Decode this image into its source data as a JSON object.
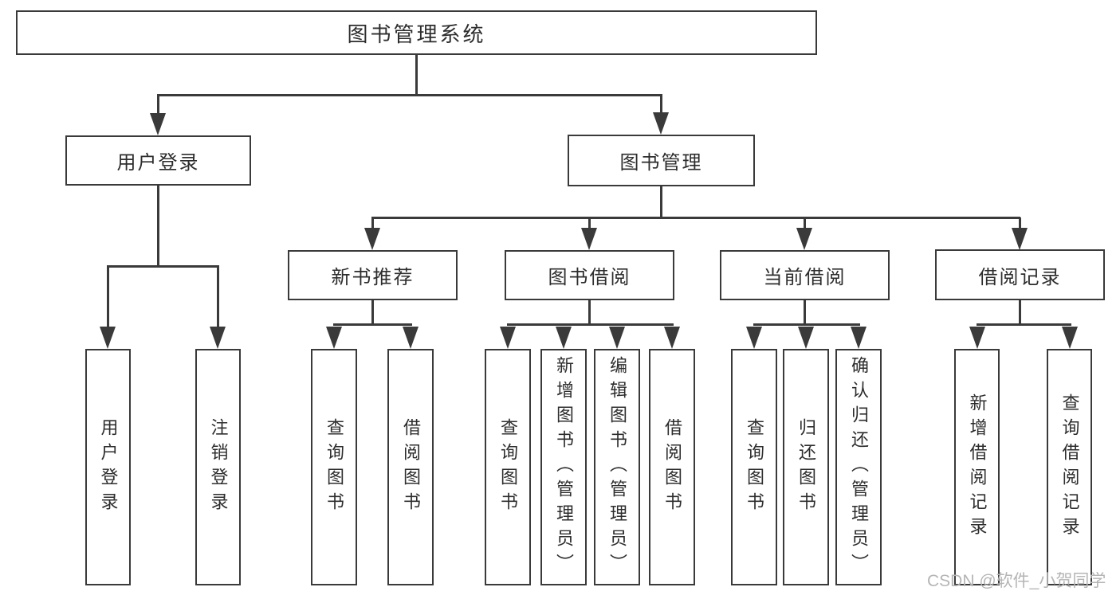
{
  "tree": {
    "label": "图书管理系统",
    "children": [
      {
        "label": "用户登录",
        "children": [
          {
            "label": "用户登录"
          },
          {
            "label": "注销登录"
          }
        ]
      },
      {
        "label": "图书管理",
        "children": [
          {
            "label": "新书推荐",
            "children": [
              {
                "label": "查询图书"
              },
              {
                "label": "借阅图书"
              }
            ]
          },
          {
            "label": "图书借阅",
            "children": [
              {
                "label": "查询图书"
              },
              {
                "label": "新增图书（管理员）"
              },
              {
                "label": "编辑图书（管理员）"
              },
              {
                "label": "借阅图书"
              }
            ]
          },
          {
            "label": "当前借阅",
            "children": [
              {
                "label": "查询图书"
              },
              {
                "label": "归还图书"
              },
              {
                "label": "确认归还（管理员）"
              }
            ]
          },
          {
            "label": "借阅记录",
            "children": [
              {
                "label": "新增借阅记录"
              },
              {
                "label": "查询借阅记录"
              }
            ]
          }
        ]
      }
    ]
  },
  "watermark": "CSDN @软件_小贺同学",
  "colors": {
    "line": "#3a3a3a",
    "text": "#2d2d2d",
    "watermark": "#b5b5b5",
    "background": "#ffffff"
  }
}
